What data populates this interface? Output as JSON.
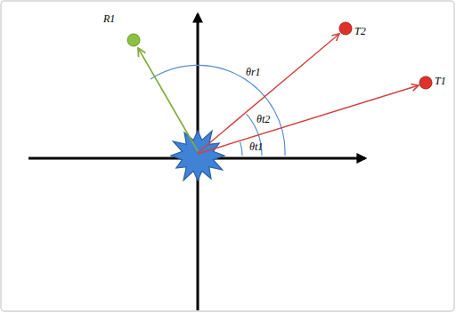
{
  "diagram": {
    "labels": [
      "R1",
      "T2",
      "T1",
      "θr1",
      "θt2",
      "θt1"
    ]
  }
}
